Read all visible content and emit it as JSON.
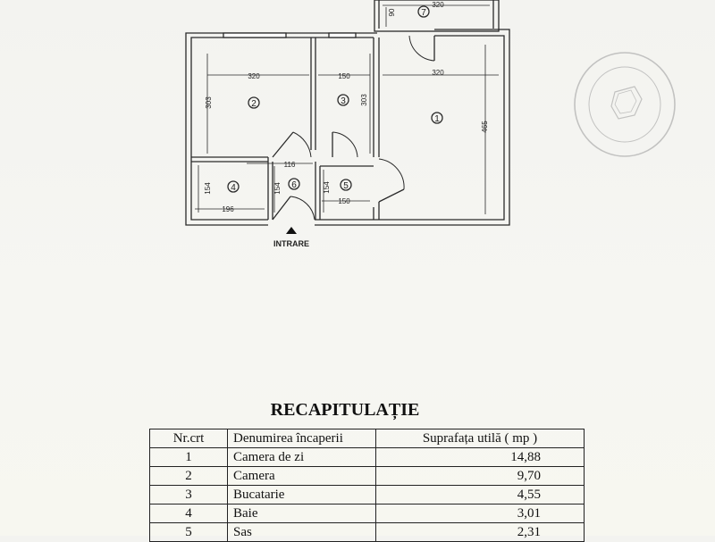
{
  "floor_plan": {
    "dimensions": {
      "room7_width": "320",
      "room7_depth": "90",
      "room2_width": "320",
      "room2_depth": "303",
      "room3_width": "150",
      "room3_depth": "303",
      "room1_width": "320",
      "room1_depth": "465",
      "hall_width": "116",
      "room4_depth": "154",
      "room6_depth": "154",
      "room5_depth": "154",
      "room4_width": "196",
      "room5_width": "150"
    },
    "room_numbers": {
      "r1": "1",
      "r2": "2",
      "r3": "3",
      "r4": "4",
      "r5": "5",
      "r6": "6",
      "r7": "7"
    },
    "entrance_label": "INTRARE"
  },
  "recap": {
    "title": "RECAPITULAȚIE",
    "headers": {
      "nr": "Nr.crt",
      "name": "Denumirea încaperii",
      "area": "Suprafața utilă ( mp )"
    },
    "rows": [
      {
        "nr": "1",
        "name": "Camera de zi",
        "area": "14,88"
      },
      {
        "nr": "2",
        "name": "Camera",
        "area": "9,70"
      },
      {
        "nr": "3",
        "name": "Bucatarie",
        "area": "4,55"
      },
      {
        "nr": "4",
        "name": "Baie",
        "area": "3,01"
      },
      {
        "nr": "5",
        "name": "Sas",
        "area": "2,31"
      }
    ]
  },
  "colors": {
    "paper": "#f5f5f1",
    "ink": "#222222",
    "stamp": "#9a9a9a"
  }
}
